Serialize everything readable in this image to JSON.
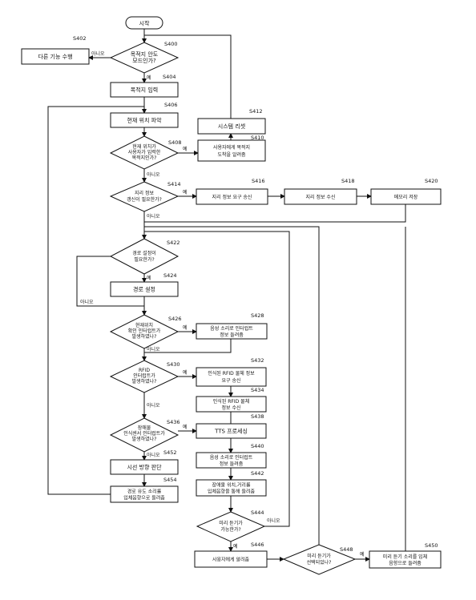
{
  "start_label": "시작",
  "steps": {
    "S400": [
      "목적지 안도",
      "모드인가?"
    ],
    "S402": [
      "다른 기능 수행"
    ],
    "S404": [
      "목적지 입력"
    ],
    "S406": [
      "현재 위치 파악"
    ],
    "S408": [
      "현재 위치가",
      "사용자가 입력한",
      "목적지인가?"
    ],
    "S410": [
      "사용자에게 목적지",
      "도착을 알려줌"
    ],
    "S412": [
      "시스템 리셋"
    ],
    "S414": [
      "지리 정보",
      "갱신이 필요한가?"
    ],
    "S416": [
      "지리 정보 요구 송신"
    ],
    "S418": [
      "지리 정보 수신"
    ],
    "S420": [
      "메모리 저장"
    ],
    "S422": [
      "경로 설정이",
      "필요한가?"
    ],
    "S424": [
      "경로 설정"
    ],
    "S426": [
      "현재위치",
      "확인 인터럽트가",
      "발생하였나?"
    ],
    "S428": [
      "음성 소리로 인터럽트",
      "정보 들려줌"
    ],
    "S430": [
      "RFID",
      "인터럽트가",
      "발생하였나?"
    ],
    "S432": [
      "인식된 RFID 물체 정보",
      "요구 송신"
    ],
    "S434": [
      "인식된 RFID 물체",
      "정보 수신"
    ],
    "S436": [
      "장애물",
      "인식센서 인터럽트가",
      "발생하였나?"
    ],
    "S438": [
      "TTS 프로세싱"
    ],
    "S440": [
      "음성 소리로 인터럽트",
      "정보 들려줌"
    ],
    "S442": [
      "장애물 위치,거리를",
      "입체음향을 통해 들려줌"
    ],
    "S444": [
      "미리 듣기가",
      "가능한가?"
    ],
    "S446": [
      "사용자에게 알려줌"
    ],
    "S448": [
      "미리 듣기가",
      "선택되었나?"
    ],
    "S450": [
      "미리 듣기 소리를 입체",
      "음향으로 들려줌"
    ],
    "S452": [
      "시선 방향 판단"
    ],
    "S454": [
      "경로 유도 소리를",
      "입체음향으로 들려줌"
    ]
  },
  "edge_labels": {
    "yes": "예",
    "no": "아니오"
  }
}
